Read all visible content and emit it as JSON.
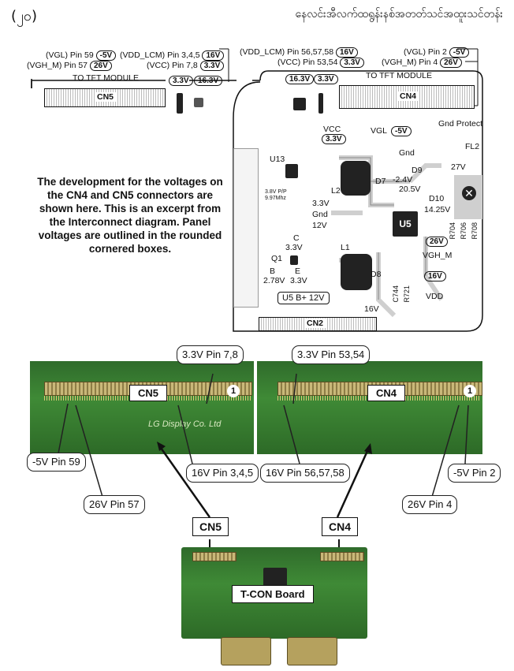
{
  "header": {
    "page_number": "(၂၀)",
    "title": "နေလင်းအီလက်ထရွန်းနစ်အတတ်သင်အထူးသင်တန်း"
  },
  "schematic": {
    "left": {
      "vgl": "(VGL) Pin 59",
      "vgl_v": "-5V",
      "vghm": "(VGH_M) Pin 57",
      "vghm_v": "26V",
      "vdd": "(VDD_LCM) Pin 3,4,5",
      "vdd_v": "16V",
      "vcc": "(VCC) Pin 7,8",
      "vcc_v": "3.3V",
      "to_tft": "TO TFT MODULE",
      "cn": "CN5",
      "pill_a": "3.3V",
      "pill_b": "16.3V"
    },
    "right": {
      "vdd": "(VDD_LCM) Pin 56,57,58",
      "vdd_v": "16V",
      "vcc": "(VCC) Pin 53,54",
      "vcc_v": "3.3V",
      "vgl": "(VGL) Pin 2",
      "vgl_v": "-5V",
      "vghm": "(VGH_M) Pin 4",
      "vghm_v": "26V",
      "to_tft": "TO TFT MODULE",
      "cn": "CN4",
      "pill_a": "16.3V",
      "pill_b": "3.3V"
    },
    "description": "The development for the voltages on the CN4 and CN5 connectors are shown here. This is an excerpt from the Interconnect diagram. Panel voltages are outlined in the rounded cornered boxes.",
    "parts": {
      "gnd_protect": "Gnd Protect",
      "vcc": "VCC",
      "vcc_v": "3.3V",
      "vgl": "VGL",
      "vgl_v": "-5V",
      "gnd1": "Gnd",
      "fl2": "FL2",
      "u13": "U13",
      "d9": "D9",
      "v27": "27V",
      "d7": "D7",
      "vneg24": "-2.4V",
      "v205": "20.5V",
      "l2": "L2",
      "d10": "D10",
      "v33": "3.3V",
      "gnd2": "Gnd",
      "v12": "12V",
      "v1425": "14.25V",
      "u5": "U5",
      "r704": "R704",
      "r706": "R706",
      "r708": "R708",
      "crystal": "3.8V P/P 9.97Mhz",
      "c": "C",
      "q1_v": "3.3V",
      "q1": "Q1",
      "b": "B",
      "e": "E",
      "v278": "2.78V",
      "v33b": "3.3V",
      "l1": "L1",
      "d8": "D8",
      "vghm_pill": "26V",
      "vghm": "VGH_M",
      "c744": "C744",
      "r721": "R721",
      "v16pill": "16V",
      "vdd": "VDD",
      "u5b": "U5 B+ 12V",
      "v16": "16V",
      "cn2": "CN2"
    }
  },
  "photos": {
    "cn5": "CN5",
    "cn4": "CN4",
    "silk": "LG Display Co. Ltd",
    "c1": "3.3V Pin 7,8",
    "c2": "3.3V Pin 53,54",
    "c3": "-5V Pin 59",
    "c4": "26V Pin 57",
    "c5": "16V Pin 3,4,5",
    "c6": "16V Pin 56,57,58",
    "c7": "-5V Pin 2",
    "c8": "26V Pin 4",
    "pin1": "1"
  },
  "board": {
    "tag_cn5": "CN5",
    "tag_cn4": "CN4",
    "label": "T-CON Board"
  }
}
